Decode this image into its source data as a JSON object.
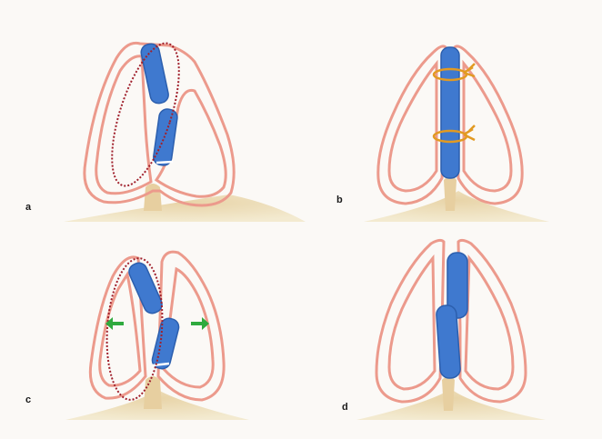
{
  "panels": [
    {
      "letter": "a"
    },
    {
      "letter": "b"
    },
    {
      "letter": "c"
    },
    {
      "letter": "d"
    }
  ],
  "colors": {
    "background": "#fbf9f6",
    "lung_outline": "#ec9a8c",
    "bronchus_fill": "#3f79cf",
    "bronchus_stroke": "#2c5fae",
    "base_tissue": "#efe2bf",
    "resection_margin": "#a0202c",
    "suture": "#e29a22",
    "arrow": "#2faa3e"
  },
  "icons": {
    "arrow": "green-arrow-icon",
    "suture": "suture-knot-icon"
  }
}
